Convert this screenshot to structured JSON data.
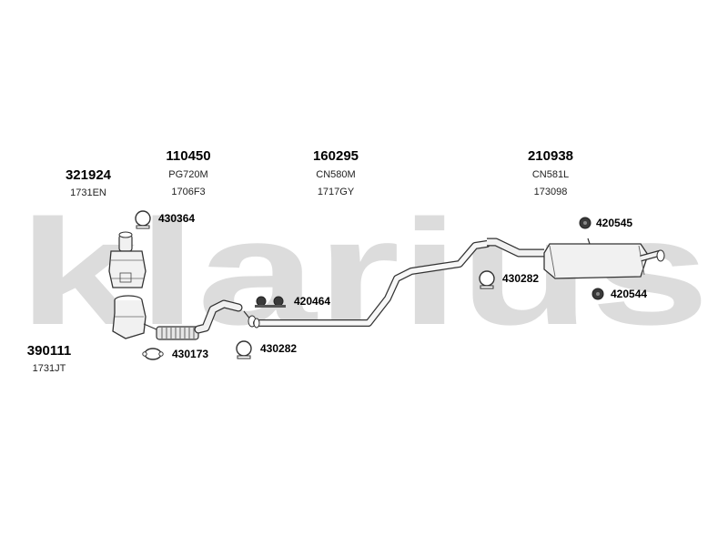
{
  "watermark": "klarius",
  "colors": {
    "watermark": "#dcdcdc",
    "part_fill": "#f1f1f1",
    "part_stroke": "#333333",
    "clamp_dark": "#3a3a3a"
  },
  "parts": [
    {
      "number": "321924",
      "code": "1731EN"
    },
    {
      "number": "110450",
      "code1": "PG720M",
      "code2": "1706F3"
    },
    {
      "number": "160295",
      "code1": "CN580M",
      "code2": "1717GY"
    },
    {
      "number": "210938",
      "code1": "CN581L",
      "code2": "173098"
    },
    {
      "number": "390111",
      "code": "1731JT"
    }
  ],
  "fittings": [
    {
      "number": "430364",
      "icon": "clamp-ring-icon"
    },
    {
      "number": "430173",
      "icon": "flange-gasket-icon"
    },
    {
      "number": "420464",
      "icon": "rubber-mount-pair-icon"
    },
    {
      "number": "430282",
      "icon": "clamp-ring-icon"
    },
    {
      "number": "430282",
      "icon": "clamp-ring-icon"
    },
    {
      "number": "420545",
      "icon": "rubber-mount-icon"
    },
    {
      "number": "420544",
      "icon": "rubber-mount-icon"
    }
  ]
}
